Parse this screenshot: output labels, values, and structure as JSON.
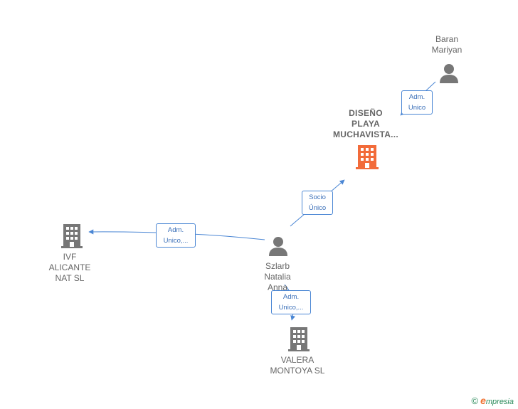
{
  "nodes": {
    "baran": {
      "lines": [
        "Baran",
        "Mariyan"
      ]
    },
    "diseno": {
      "lines": [
        "DISEÑO",
        "PLAYA",
        "MUCHAVISTA..."
      ]
    },
    "szlarb": {
      "lines": [
        "Szlarb",
        "Natalia",
        "Anna"
      ]
    },
    "ivf": {
      "lines": [
        "IVF",
        "ALICANTE",
        "NAT  SL"
      ]
    },
    "valera": {
      "lines": [
        "VALERA",
        "MONTOYA SL"
      ]
    }
  },
  "edges": {
    "baran_diseno": {
      "lines": [
        "Adm.",
        "Unico"
      ]
    },
    "szlarb_diseno": {
      "lines": [
        "Socio",
        "Único"
      ]
    },
    "szlarb_ivf": {
      "lines": [
        "Adm.",
        "Unico,..."
      ]
    },
    "szlarb_valera": {
      "lines": [
        "Adm.",
        "Unico,..."
      ]
    }
  },
  "footer": {
    "copyright": "©",
    "brand_initial": "e",
    "brand_rest": "mpresia"
  },
  "colors": {
    "person": "#777777",
    "company": "#777777",
    "highlight_company": "#f26b3a",
    "edge": "#4a86d4"
  }
}
